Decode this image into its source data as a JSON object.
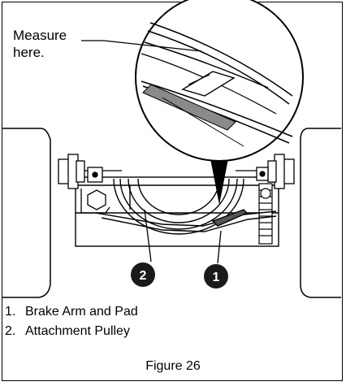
{
  "callout": {
    "line1": "Measure",
    "line2": "here."
  },
  "badges": [
    {
      "number": "2"
    },
    {
      "number": "1"
    }
  ],
  "legend": [
    {
      "number": "1.",
      "text": "Brake Arm and Pad"
    },
    {
      "number": "2.",
      "text": "Attachment Pulley"
    }
  ],
  "caption": "Figure 26",
  "colors": {
    "line": "#000000",
    "background": "#ffffff",
    "badge_fill": "#1a1a1a",
    "badge_text": "#ffffff",
    "shade": "#8a8a8a"
  }
}
